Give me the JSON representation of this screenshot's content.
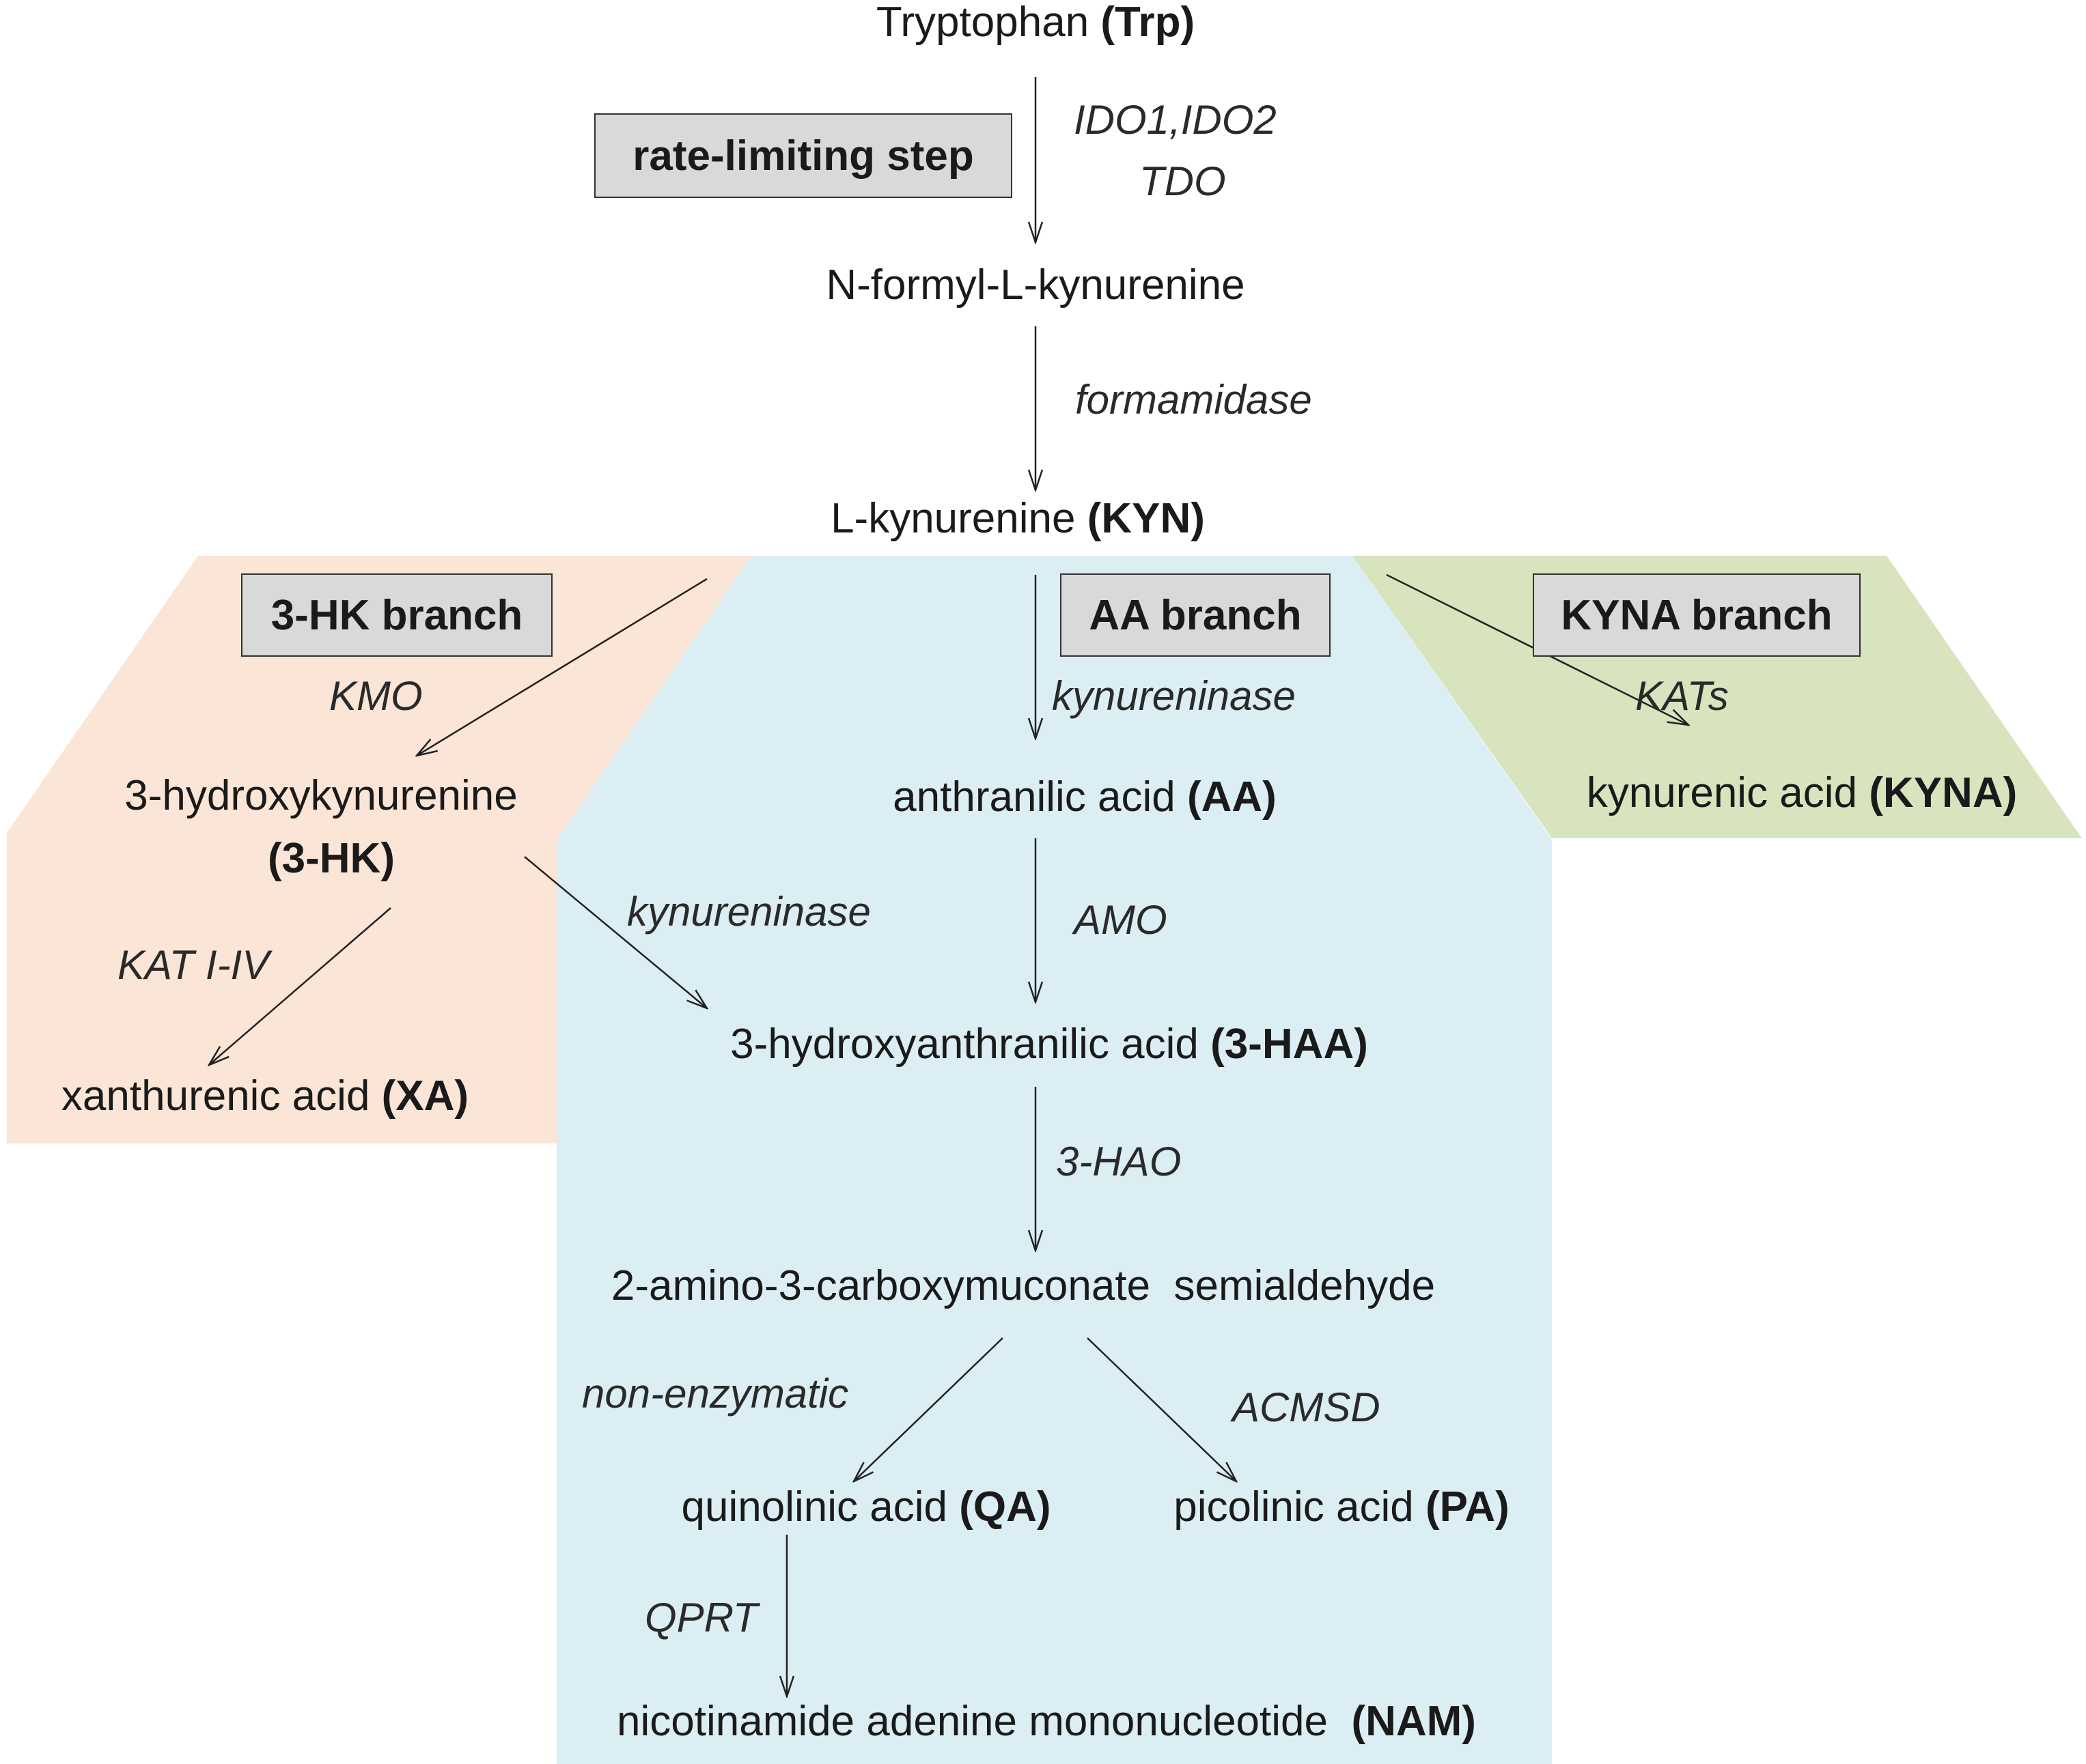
{
  "colors": {
    "hk_branch": "#fbe5d6",
    "aa_branch": "#dbeef4",
    "kyna_branch": "#d7e4bd",
    "label_box": "#d9d9d9"
  },
  "boxes": {
    "rate_limiting": "rate-limiting step",
    "hk_branch": "3-HK branch",
    "aa_branch": "AA branch",
    "kyna_branch": "KYNA branch"
  },
  "metabolites": {
    "trp": {
      "name": "Tryptophan ",
      "abbr": "(Trp)"
    },
    "nfk": {
      "name": "N-formyl-L-kynurenine",
      "abbr": ""
    },
    "kyn": {
      "name": "L-kynurenine ",
      "abbr": "(KYN)"
    },
    "hk_name": "3-hydroxykynurenine",
    "hk_abbr": "(3-HK)",
    "aa": {
      "name": "anthranilic acid ",
      "abbr": "(AA)"
    },
    "kyna": {
      "name": "kynurenic acid ",
      "abbr": "(KYNA)"
    },
    "xa": {
      "name": "xanthurenic acid ",
      "abbr": "(XA)"
    },
    "haa": {
      "name": "3-hydroxyanthranilic acid ",
      "abbr": "(3-HAA)"
    },
    "acms": {
      "name": "2-amino-3-carboxymuconate  semialdehyde",
      "abbr": ""
    },
    "qa": {
      "name": "quinolinic acid ",
      "abbr": "(QA)"
    },
    "pa": {
      "name": "picolinic acid ",
      "abbr": "(PA)"
    },
    "nam": {
      "name": "nicotinamide adenine mononucleotide  ",
      "abbr": "(NAM)"
    }
  },
  "enzymes": {
    "ido": "IDO1,IDO2",
    "tdo": "TDO",
    "formamidase": "formamidase",
    "kmo": "KMO",
    "kynureninase_aa": "kynureninase",
    "kats": "KATs",
    "kynureninase_haa": "kynureninase",
    "kat_i_iv": "KAT I-IV",
    "amo": "AMO",
    "hao": "3-HAO",
    "non_enzymatic": "non-enzymatic",
    "acmsd": "ACMSD",
    "qprt": "QPRT"
  }
}
